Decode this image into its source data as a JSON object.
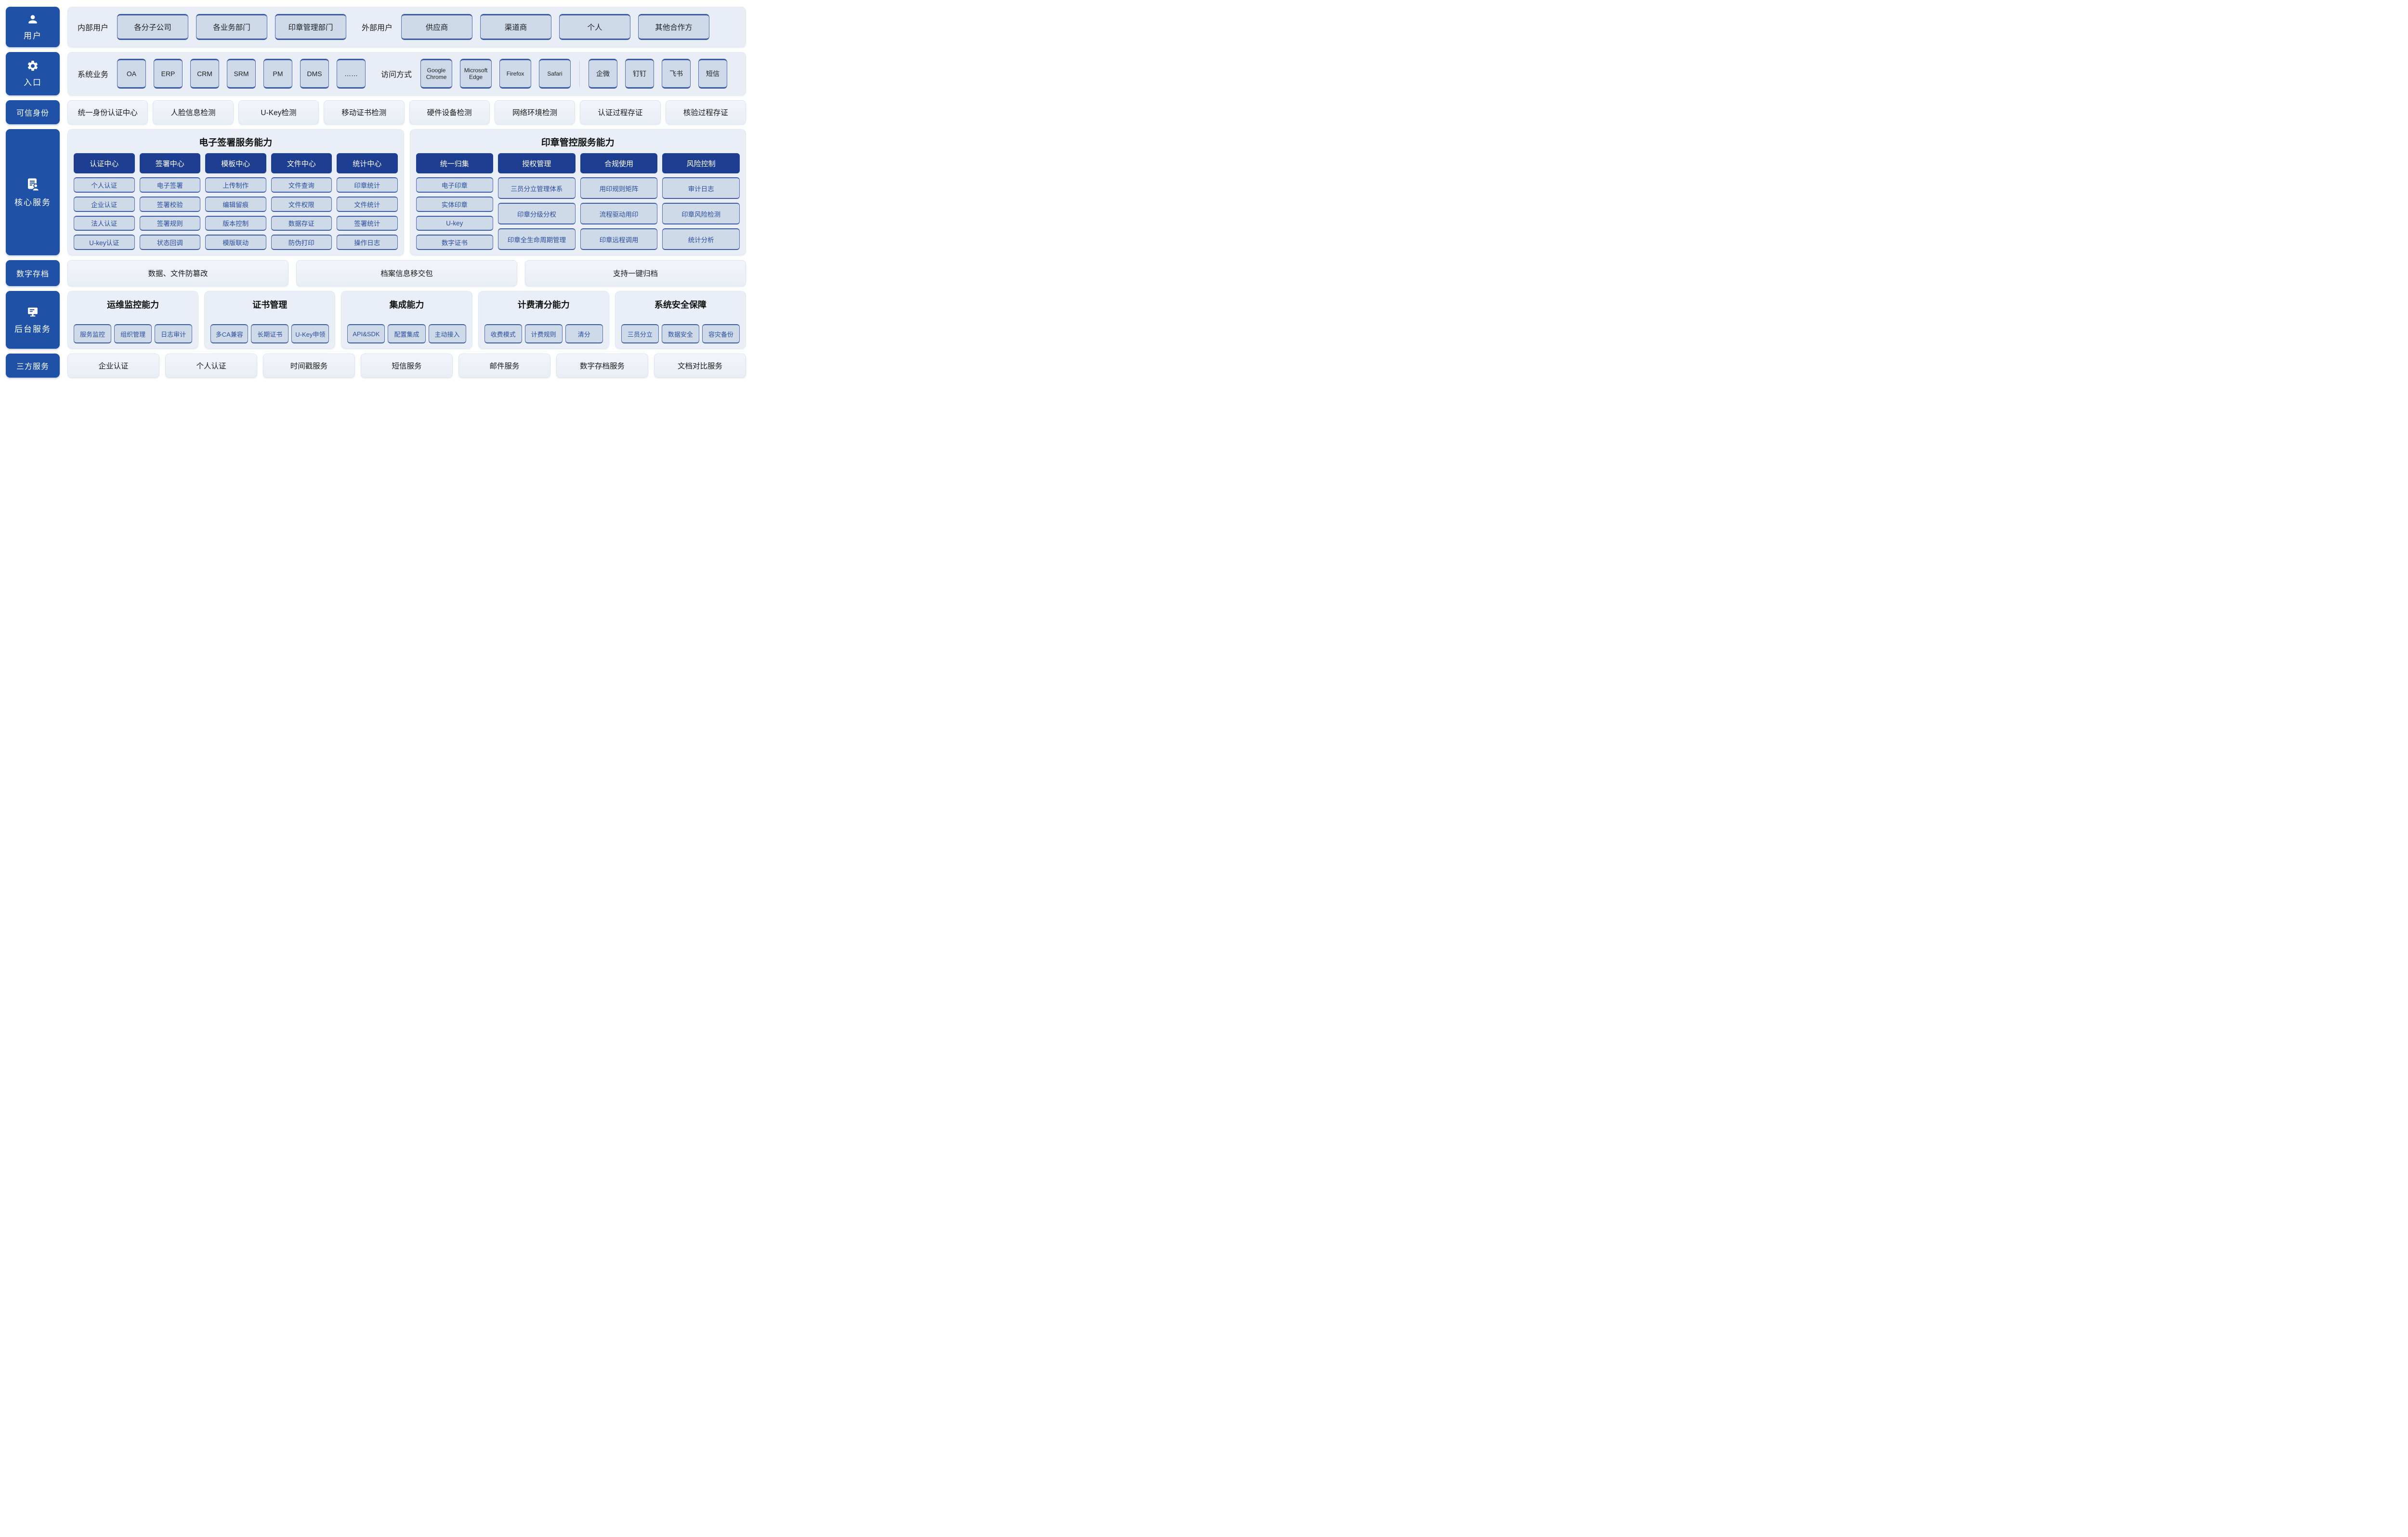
{
  "colors": {
    "sidebar_blue": "#1f52a6",
    "header_chip_blue": "#1e3e92",
    "chip_fill": "#cdd9e8",
    "chip_border": "#4d6bb0",
    "panel_bg": "#e9eef7",
    "light_box_bg": "#eef2f9",
    "item_text_blue": "#2b4d9e"
  },
  "sidebar": {
    "items": [
      {
        "label": "用户",
        "icon": "user-icon"
      },
      {
        "label": "入口",
        "icon": "gear-icon"
      },
      {
        "label": "可信身份"
      },
      {
        "label": "核心服务",
        "icon": "document-user-icon"
      },
      {
        "label": "数字存档"
      },
      {
        "label": "后台服务",
        "icon": "monitor-icon"
      },
      {
        "label": "三方服务"
      }
    ]
  },
  "rows": {
    "users": {
      "groups": [
        {
          "label": "内部用户",
          "chips": [
            "各分子公司",
            "各业务部门",
            "印章管理部门"
          ]
        },
        {
          "label": "外部用户",
          "chips": [
            "供应商",
            "渠道商",
            "个人",
            "其他合作方"
          ]
        }
      ]
    },
    "entry": {
      "groups": [
        {
          "label": "系统业务",
          "chips": [
            "OA",
            "ERP",
            "CRM",
            "SRM",
            "PM",
            "DMS",
            "……"
          ]
        },
        {
          "label": "访问方式",
          "browsers": [
            "Google Chrome",
            "Microsoft Edge",
            "Firefox",
            "Safari"
          ],
          "apps": [
            "企微",
            "钉钉",
            "飞书",
            "短信"
          ]
        }
      ]
    },
    "identity": {
      "boxes": [
        "统一身份认证中心",
        "人脸信息检测",
        "U-Key检测",
        "移动证书检测",
        "硬件设备检测",
        "网络环境检测",
        "认证过程存证",
        "核验过程存证"
      ]
    },
    "core": {
      "panels": [
        {
          "title": "电子签署服务能力",
          "columns": [
            {
              "header": "认证中心",
              "items": [
                "个人认证",
                "企业认证",
                "法人认证",
                "U-key认证"
              ]
            },
            {
              "header": "签署中心",
              "items": [
                "电子签署",
                "签署校验",
                "签署规则",
                "状态回调"
              ]
            },
            {
              "header": "模板中心",
              "items": [
                "上传制作",
                "编辑留痕",
                "版本控制",
                "模版联动"
              ]
            },
            {
              "header": "文件中心",
              "items": [
                "文件查询",
                "文件权限",
                "数据存证",
                "防伪打印"
              ]
            },
            {
              "header": "统计中心",
              "items": [
                "印章统计",
                "文件统计",
                "签署统计",
                "操作日志"
              ]
            }
          ]
        },
        {
          "title": "印章管控服务能力",
          "columns": [
            {
              "header": "统一归集",
              "items": [
                "电子印章",
                "实体印章",
                "U-key",
                "数字证书"
              ]
            },
            {
              "header": "授权管理",
              "items": [
                "三员分立管理体系",
                "印章分级分权",
                "印章全生命周期管理"
              ]
            },
            {
              "header": "合规使用",
              "items": [
                "用印规则矩阵",
                "流程驱动用印",
                "印章远程调用"
              ]
            },
            {
              "header": "风险控制",
              "items": [
                "审计日志",
                "印章风险检测",
                "统计分析"
              ]
            }
          ]
        }
      ]
    },
    "archive": {
      "boxes": [
        "数据、文件防篡改",
        "档案信息移交包",
        "支持一键归档"
      ]
    },
    "backend": {
      "panels": [
        {
          "title": "运维监控能力",
          "chips": [
            "服务监控",
            "组织管理",
            "日志审计"
          ]
        },
        {
          "title": "证书管理",
          "chips": [
            "多CA兼容",
            "长期证书",
            "U-Key申领"
          ]
        },
        {
          "title": "集成能力",
          "chips": [
            "API&SDK",
            "配置集成",
            "主动接入"
          ]
        },
        {
          "title": "计费清分能力",
          "chips": [
            "收费模式",
            "计费规则",
            "清分"
          ]
        },
        {
          "title": "系统安全保障",
          "chips": [
            "三员分立",
            "数据安全",
            "容灾备份"
          ]
        }
      ]
    },
    "thirdparty": {
      "boxes": [
        "企业认证",
        "个人认证",
        "时间戳服务",
        "短信服务",
        "邮件服务",
        "数字存档服务",
        "文档对比服务"
      ]
    }
  }
}
